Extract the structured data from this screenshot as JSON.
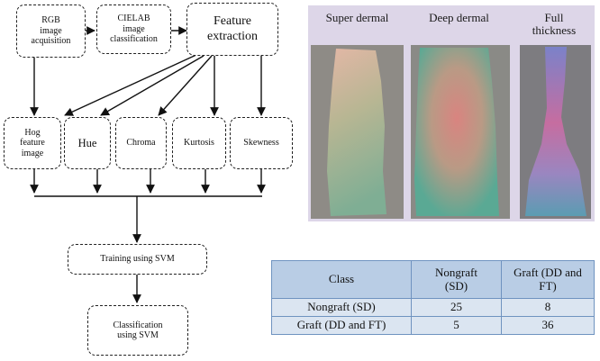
{
  "flowchart": {
    "nodes": {
      "rgb": "RGB\nimage\nacquisition",
      "cielab": "CIELAB\nimage\nclassification",
      "feature": "Feature\nextraction",
      "hog": "Hog\nfeature\nimage",
      "hue": "Hue",
      "chroma": "Chroma",
      "kurtosis": "Kurtosis",
      "skewness": "Skewness",
      "training": "Training using SVM",
      "classification": "Classification\nusing SVM"
    }
  },
  "panels": [
    {
      "title": "Super  dermal"
    },
    {
      "title": "Deep dermal"
    },
    {
      "title": "Full\nthickness"
    }
  ],
  "table": {
    "headers": [
      "Class",
      "Nongraft\n(SD)",
      "Graft (DD and\nFT)"
    ],
    "rows": [
      [
        "Nongraft (SD)",
        "25",
        "8"
      ],
      [
        "Graft (DD and FT)",
        "5",
        "36"
      ]
    ]
  },
  "colors": {
    "panel_background": "#ddd6e8",
    "table_header": "#b9cde5",
    "table_body": "#dbe5f1",
    "table_border": "#6f93c0"
  }
}
